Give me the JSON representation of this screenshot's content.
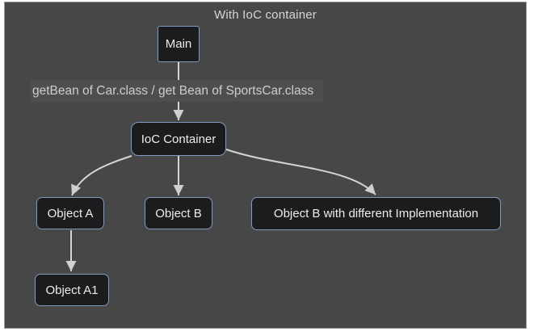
{
  "title": "With IoC container",
  "annotation": "getBean of Car.class / get Bean of SportsCar.class",
  "nodes": {
    "main": {
      "label": "Main"
    },
    "ioc": {
      "label": "IoC Container"
    },
    "object_a": {
      "label": "Object A"
    },
    "object_b": {
      "label": "Object B"
    },
    "object_b_d": {
      "label": "Object B with different Implementation"
    },
    "object_a1": {
      "label": "Object A1"
    }
  },
  "edges": [
    {
      "from": "Main",
      "to": "IoC Container",
      "label": "getBean of Car.class / get Bean of SportsCar.class"
    },
    {
      "from": "IoC Container",
      "to": "Object A",
      "label": ""
    },
    {
      "from": "IoC Container",
      "to": "Object B",
      "label": ""
    },
    {
      "from": "IoC Container",
      "to": "Object B with different Implementation",
      "label": ""
    },
    {
      "from": "Object A",
      "to": "Object A1",
      "label": ""
    }
  ],
  "colors": {
    "page_bg": "#ffffff",
    "canvas_bg": "#474747",
    "canvas_border": "#989898",
    "node_fill": "#1c1c1f",
    "node_border": "#7d9cbe",
    "node_text": "#ececec",
    "edge_line": "#d4d4d4",
    "title_text": "#d6d6d6",
    "annotation_bg": "#4e4e4e",
    "annotation_text": "#cdcdcd"
  }
}
